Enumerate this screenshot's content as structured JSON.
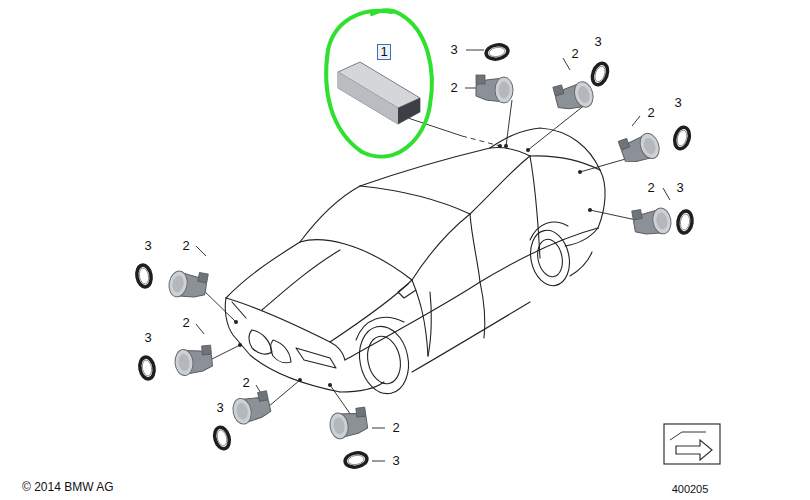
{
  "diagram": {
    "labels": [
      "1",
      "3",
      "2",
      "2",
      "3",
      "2",
      "3",
      "2",
      "3",
      "3",
      "2",
      "3",
      "2",
      "3",
      "2",
      "2",
      "3",
      "© 2014 BMW AG",
      "400205"
    ]
  }
}
